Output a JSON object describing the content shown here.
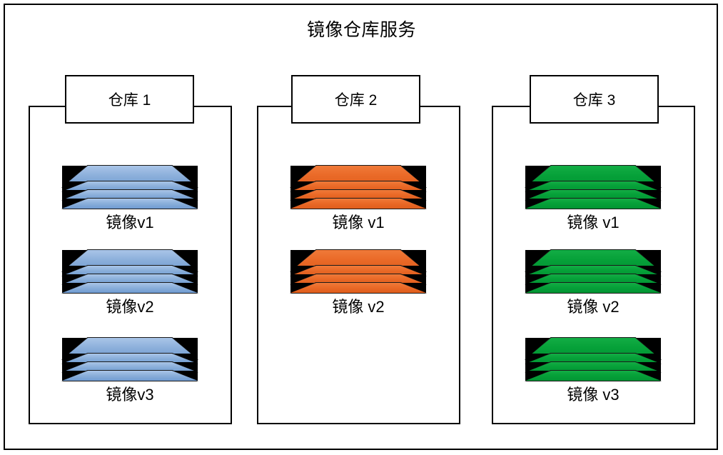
{
  "diagram": {
    "title": "镜像仓库服务",
    "colors": {
      "background": "#ffffff",
      "stroke": "#000000",
      "blue": "#8db0db",
      "orange": "#ea6a28",
      "green": "#06a139"
    },
    "repositories": [
      {
        "label": "仓库 1",
        "color": "#8db0db",
        "images": [
          {
            "caption": "镜像v1",
            "layers": 4
          },
          {
            "caption": "镜像v2",
            "layers": 4
          },
          {
            "caption": "镜像v3",
            "layers": 4
          }
        ]
      },
      {
        "label": "仓库 2",
        "color": "#ea6a28",
        "images": [
          {
            "caption": "镜像 v1",
            "layers": 4
          },
          {
            "caption": "镜像 v2",
            "layers": 4
          }
        ]
      },
      {
        "label": "仓库 3",
        "color": "#06a139",
        "images": [
          {
            "caption": "镜像 v1",
            "layers": 4
          },
          {
            "caption": "镜像 v2",
            "layers": 4
          },
          {
            "caption": "镜像 v3",
            "layers": 4
          }
        ]
      }
    ]
  }
}
